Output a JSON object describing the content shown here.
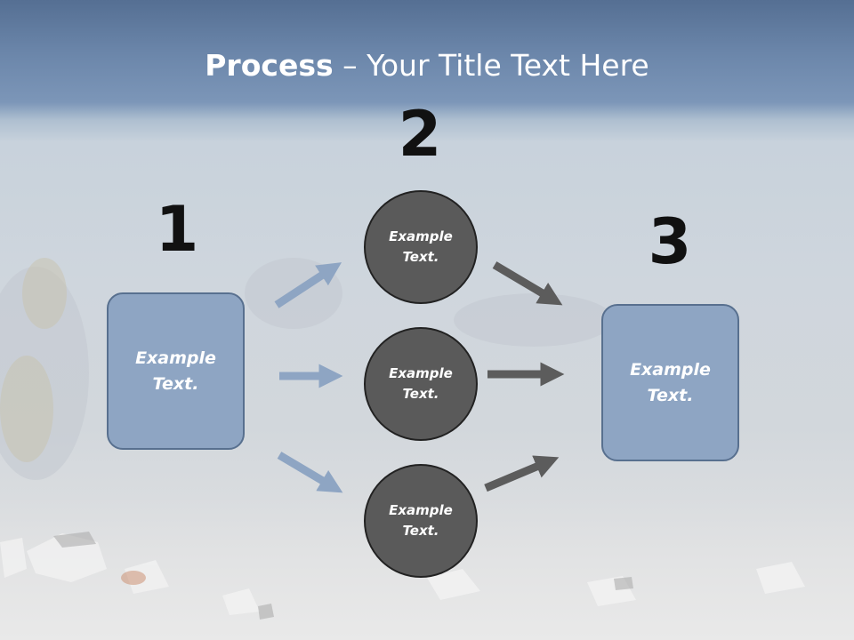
{
  "title": {
    "bold": "Process",
    "rest": " – Your Title Text Here"
  },
  "steps": [
    {
      "number": "1",
      "text": "Example Text."
    },
    {
      "number": "2",
      "text": "Example Text."
    },
    {
      "number": "3",
      "text": "Example Text."
    }
  ],
  "circles": [
    {
      "text": "Example Text."
    },
    {
      "text": "Example Text."
    },
    {
      "text": "Example Text."
    }
  ],
  "colors": {
    "box_fill": "#8ea5c3",
    "circle_fill": "#5a5a5a",
    "arrow_left": "#8ea5c3",
    "arrow_right": "#5c5c5c",
    "number": "#111111"
  }
}
